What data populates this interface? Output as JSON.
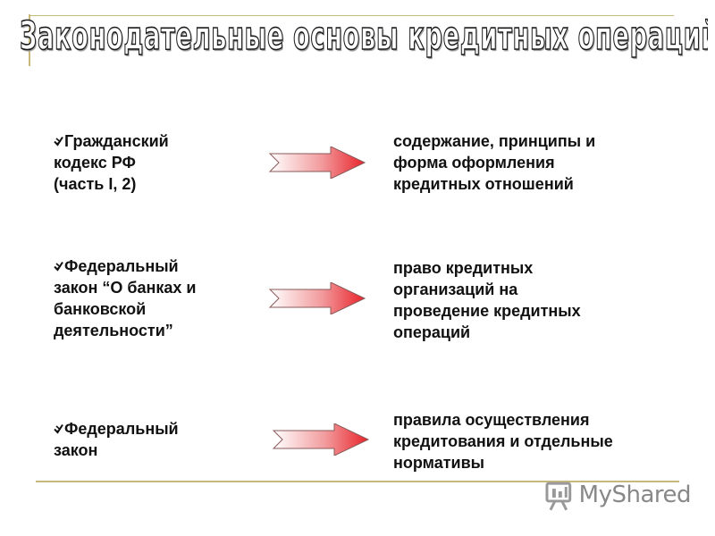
{
  "title": "Законодательные основы кредитных операций",
  "rows": [
    {
      "source_lines": [
        "Гражданский",
        "кодекс РФ",
        "(часть I, 2)"
      ],
      "target_lines": [
        "содержание, принципы и",
        "форма оформления",
        "кредитных отношений"
      ]
    },
    {
      "source_lines": [
        "Федеральный",
        "закон “О банках и",
        "банковской",
        "деятельности”"
      ],
      "target_lines": [
        "право кредитных",
        "организаций на",
        "проведение кредитных",
        "операций"
      ]
    },
    {
      "source_lines": [
        "Федеральный",
        "закон"
      ],
      "target_lines": [
        "правила осуществления",
        "кредитования и отдельные",
        "нормативы"
      ]
    }
  ],
  "watermark": "MyShared",
  "colors": {
    "accent_line": "#c8b97a",
    "arrow_red": "#e8232a",
    "text": "#111111",
    "watermark": "#888888"
  },
  "icons": {
    "bullet": "check-arrow-icon",
    "connector": "arrow-right-icon",
    "logo": "myshared-logo-icon"
  }
}
